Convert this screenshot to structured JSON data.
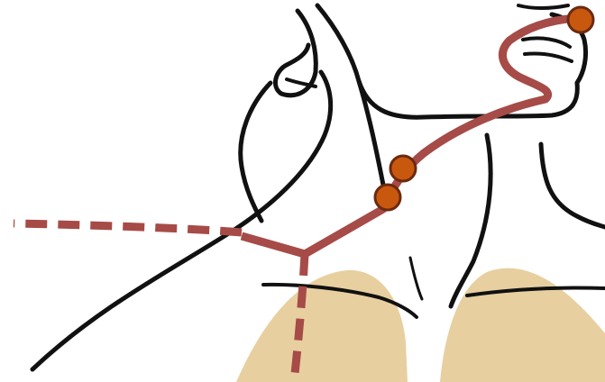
{
  "diagram": {
    "subject": "neck-and-chest-meridian-illustration",
    "colors": {
      "background": "#ffffff",
      "outline": "#111111",
      "pathway": "#a64b47",
      "point_fill": "#c9580f",
      "point_stroke": "#6b2a10",
      "lung": "#e8cfa0"
    },
    "points": [
      {
        "name": "point-near-mouth"
      },
      {
        "name": "point-upper-neck"
      },
      {
        "name": "point-lower-neck"
      }
    ]
  }
}
